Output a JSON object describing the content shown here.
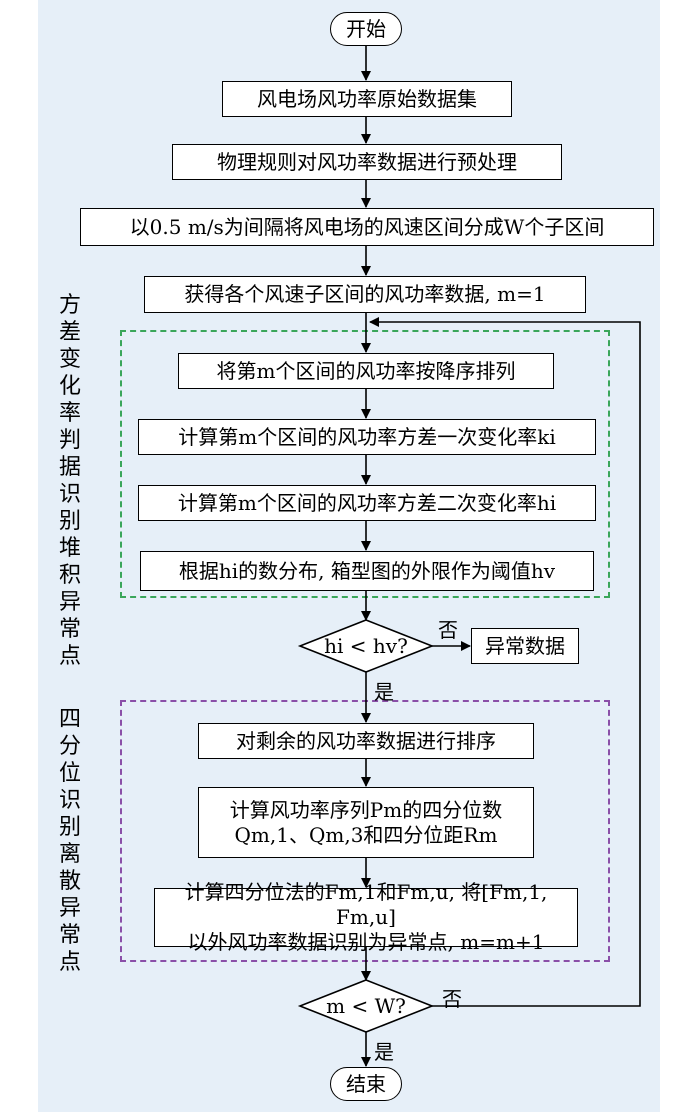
{
  "nodes": {
    "start": "开始",
    "dataset": "风电场风功率原始数据集",
    "preprocess": "物理规则对风功率数据进行预处理",
    "split": "以0.5 m/s为间隔将风电场的风速区间分成W个子区间",
    "obtain": "获得各个风速子区间的风功率数据, m=1",
    "sort_desc": "将第m个区间的风功率按降序排列",
    "first_rate": "计算第m个区间的风功率方差一次变化率ki",
    "second_rate": "计算第m个区间的风功率方差二次变化率hi",
    "threshold": "根据hi的数分布, 箱型图的外限作为阈值hv",
    "decision1": "hi < hv?",
    "anomaly": "异常数据",
    "sort_remain": "对剩余的风功率数据进行排序",
    "quartile_line1": "计算风功率序列Pm的四分位数",
    "quartile_line2": "Qm,1、Qm,3和四分位距Rm",
    "fence_line1": "计算四分位法的Fm,1和Fm,u, 将[Fm,1, Fm,u]",
    "fence_line2": "以外风功率数据识别为异常点, m=m+1",
    "decision2": "m < W?",
    "end": "结束"
  },
  "edge_labels": {
    "no": "否",
    "yes": "是"
  },
  "side_labels": {
    "variance": [
      "方",
      "差",
      "变",
      "化",
      "率",
      "判",
      "据",
      "识",
      "别",
      "堆",
      "积",
      "异",
      "常",
      "点"
    ],
    "quartile": [
      "四",
      "分",
      "位",
      "识",
      "别",
      "离",
      "散",
      "异",
      "常",
      "点"
    ]
  },
  "colors": {
    "background": "#e6eff8",
    "green_dash": "#3aa65a",
    "purple_dash": "#8a4fa8"
  }
}
